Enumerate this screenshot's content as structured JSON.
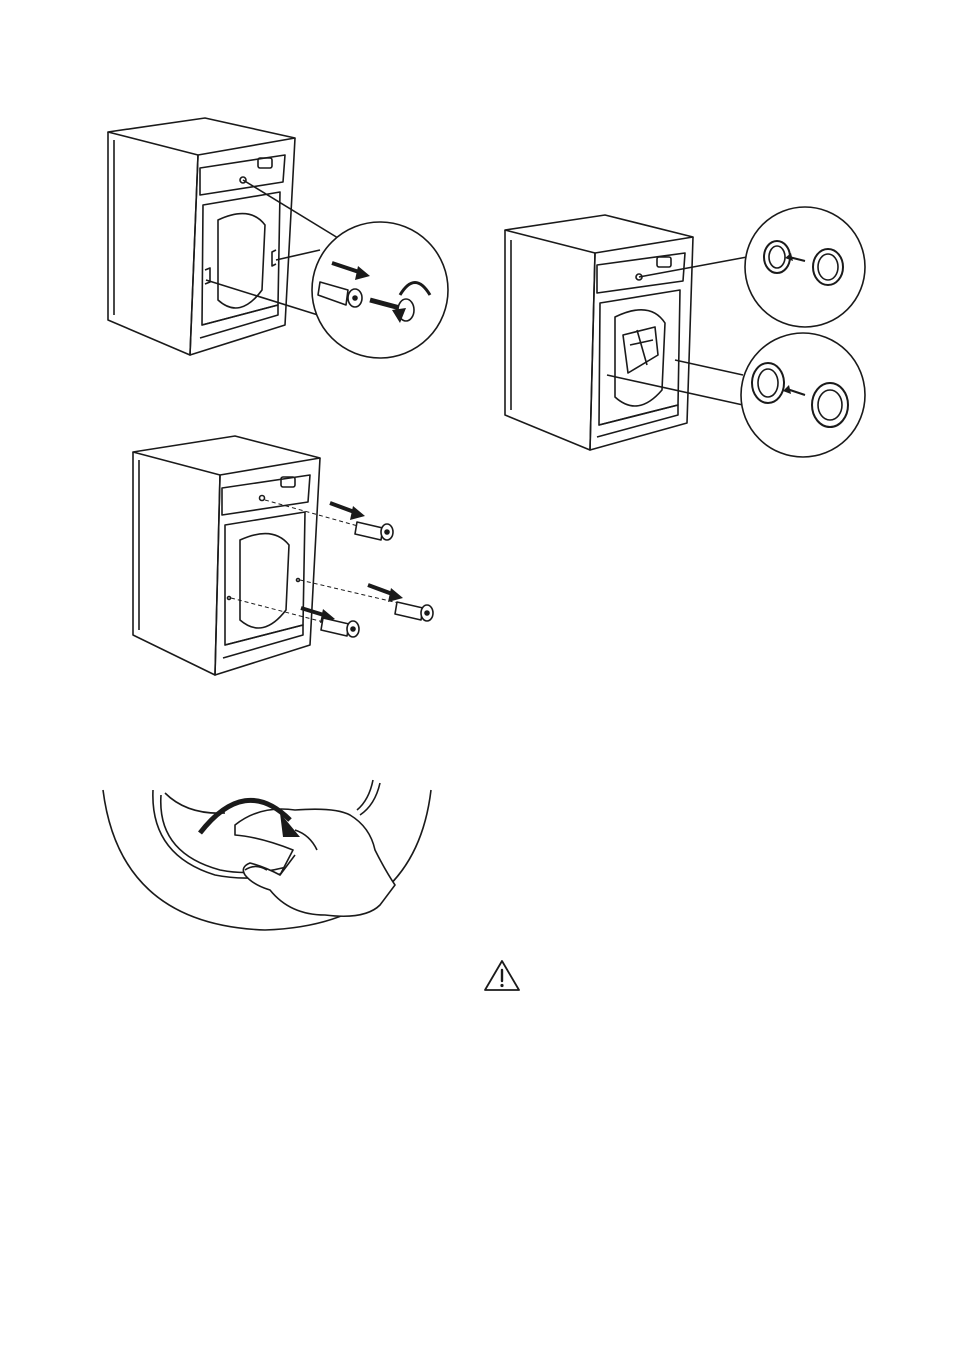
{
  "page": {
    "background": "#ffffff",
    "line_color": "#1a1a1a"
  },
  "figures": [
    {
      "id": "fig1",
      "icon": "remove-transit-bolts-illustration"
    },
    {
      "id": "fig2",
      "icon": "insert-plastic-caps-illustration"
    },
    {
      "id": "fig3",
      "icon": "pull-out-spacers-illustration"
    },
    {
      "id": "fig4",
      "icon": "rotate-drum-hand-illustration"
    }
  ],
  "warning": {
    "icon": "warning-triangle-icon",
    "color": "#1a1a1a"
  }
}
